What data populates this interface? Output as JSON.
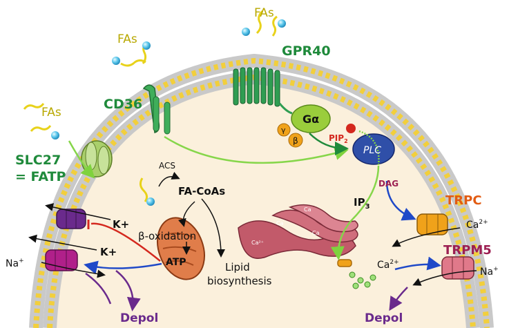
{
  "labels": {
    "fas_top": "FAs",
    "fas_left": "FAs",
    "fas_side": "FAs",
    "cd36": "CD36",
    "gpr40": "GPR40",
    "slc27_line1": "SLC27",
    "slc27_line2": "= FATP",
    "g_alpha": "Gα",
    "gamma": "γ",
    "beta": "β",
    "pip2": "PIP",
    "pip2_sub": "2",
    "plc": "PLC",
    "dag": "DAG",
    "acs": "ACS",
    "fa_coas": "FA-CoAs",
    "beta_ox": "β-oxidation",
    "atp": "ATP",
    "lipid1": "Lipid",
    "lipid2": "biosynthesis",
    "ip3": "IP",
    "ip3_sub": "3",
    "trpc": "TRPC",
    "ca_trpc": "Ca",
    "ca_trpc_sup": "2+",
    "trpm5": "TRPM5",
    "na_trpm5": "Na",
    "na_trpm5_sup": "+",
    "ca_er": "Ca",
    "ca_er_sup": "2+",
    "k1": "K+",
    "k2": "K+",
    "na_left": "Na",
    "na_left_sup": "+",
    "depol_left": "Depol",
    "depol_right": "Depol",
    "er_ca1": "Ca",
    "er_ca2": "Ca",
    "er_ca3": "Ca",
    "er_ca4": "Ca²⁺"
  },
  "colors": {
    "membrane_head": "#f2cf3c",
    "cytoplasm": "#fbf0dc",
    "cd36": "#3fae5a",
    "gpr40": "#2f9d52",
    "slc27": "#a9cf6b",
    "g_alpha": "#9acd3c",
    "plc": "#2f4fa8",
    "mito": "#e07d4a",
    "er": "#c25a6a",
    "trpc": "#f0a21a",
    "trpm5": "#e0798a",
    "k_channel": "#6a2a8c",
    "na_channel": "#b0208a",
    "arrow_green": "#86d64a",
    "arrow_blue": "#1f49c8",
    "arrow_red": "#d4281e",
    "arrow_purple": "#6a2a8c"
  }
}
